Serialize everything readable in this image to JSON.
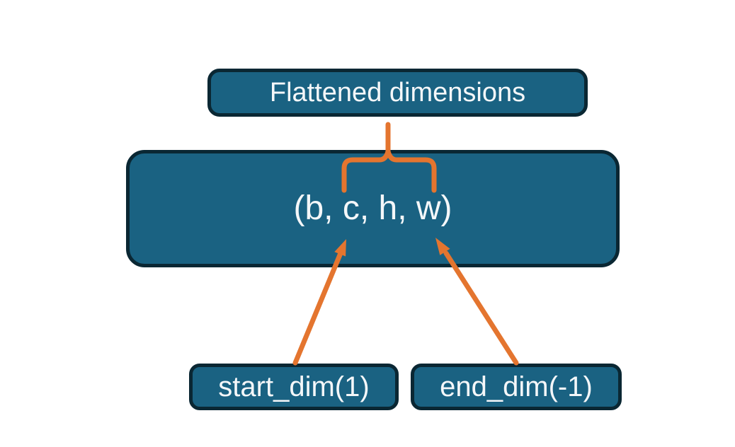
{
  "colors": {
    "background": "#ffffff",
    "node_fill": "#1a6282",
    "node_border": "#0a2733",
    "node_text": "#f4f7f9",
    "connector_orange": "#e4752f"
  },
  "nodes": {
    "flattened": {
      "label": "Flattened dimensions"
    },
    "tensor": {
      "label": "(b, c, h, w)"
    },
    "start_dim": {
      "label": "start_dim(1)"
    },
    "end_dim": {
      "label": "end_dim(-1)"
    }
  },
  "connectors": [
    {
      "name": "brace",
      "type": "curly-brace",
      "from": "flattened",
      "to": "tensor",
      "spans": "c, h, w"
    },
    {
      "name": "start-dim-arrow",
      "type": "arrow",
      "from": "start_dim",
      "to": "tensor",
      "points_at": "c"
    },
    {
      "name": "end-dim-arrow",
      "type": "arrow",
      "from": "end_dim",
      "to": "tensor",
      "points_at": "w"
    }
  ]
}
